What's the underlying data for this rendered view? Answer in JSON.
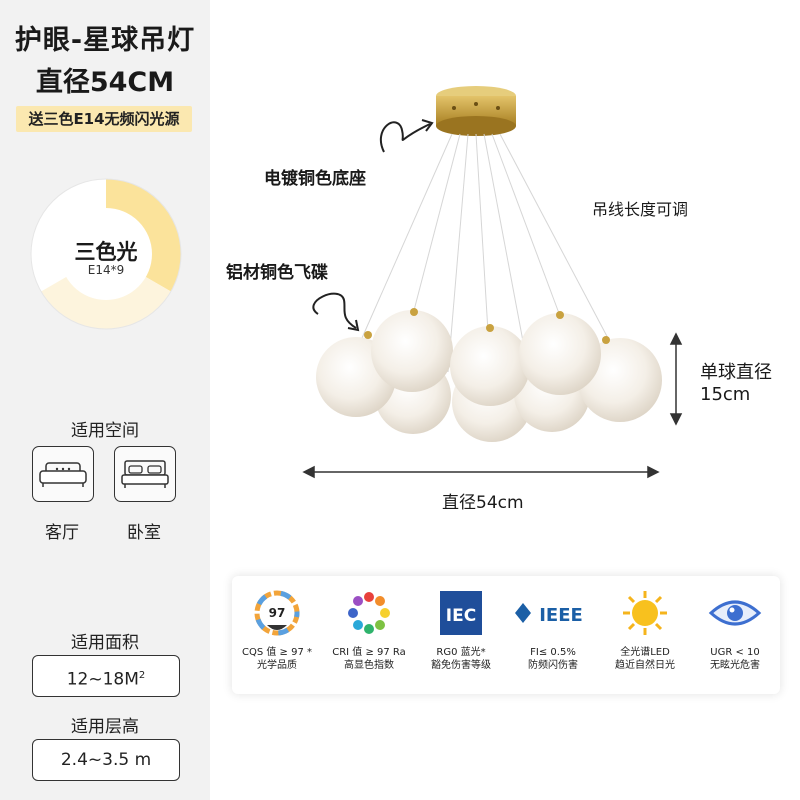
{
  "header": {
    "title_line1": "护眼-星球吊灯",
    "title_line2": "直径54CM",
    "promo": "送三色E14无频闪光源"
  },
  "light_badge": {
    "title": "三色光",
    "subtitle": "E14*9"
  },
  "spaces": {
    "label": "适用空间",
    "items": [
      {
        "icon": "sofa-icon",
        "label": "客厅"
      },
      {
        "icon": "bed-icon",
        "label": "卧室"
      }
    ]
  },
  "area": {
    "label": "适用面积",
    "value": "12~18M",
    "unit_sup": "2"
  },
  "height": {
    "label": "适用层高",
    "value": "2.4~3.5 m"
  },
  "annotations": {
    "base": "电镀铜色底座",
    "wire": "吊线长度可调",
    "saucer": "铝材铜色飞碟",
    "ball_label": "单球直径",
    "ball_value": "15cm",
    "diameter": "直径54cm"
  },
  "certs": [
    {
      "icon": "cqs-97-icon",
      "badge": "97",
      "line1": "CQS 值 ≥ 97 *",
      "line2": "光学品质"
    },
    {
      "icon": "cri-color-wheel-icon",
      "line1": "CRI 值 ≥ 97 Ra",
      "line2": "高显色指数"
    },
    {
      "icon": "iec-logo-icon",
      "badge": "IEC",
      "line1": "RG0  蓝光*",
      "line2": "豁免伤害等级"
    },
    {
      "icon": "ieee-logo-icon",
      "badge": "IEEE",
      "line1": "FI≤ 0.5%",
      "line2": "防频闪伤害"
    },
    {
      "icon": "sun-icon",
      "line1": "全光谱LED",
      "line2": "趋近自然日光"
    },
    {
      "icon": "eye-icon",
      "line1": "UGR < 10",
      "line2": "无眩光危害"
    }
  ],
  "colors": {
    "sidebar_bg": "#f2f2f2",
    "promo_bg": "#fbe8b0",
    "ring_yellow": "#fbe39b",
    "ring_cream": "#fdf4dd",
    "brass": "#c9a240"
  }
}
